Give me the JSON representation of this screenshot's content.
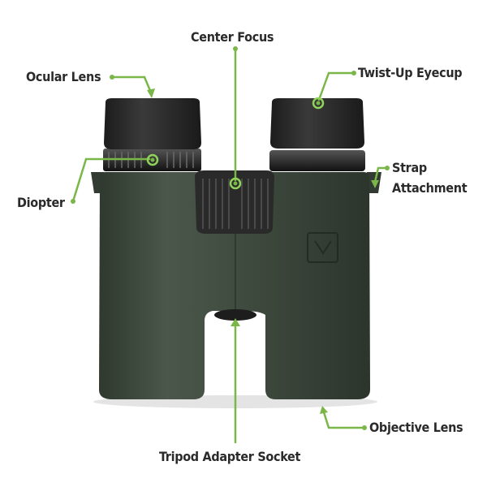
{
  "labels": {
    "center_focus": "Center Focus",
    "ocular_lens": "Ocular Lens",
    "twist_up_eyecup": "Twist-Up Eyecup",
    "diopter": "Diopter",
    "strap_line1": "Strap",
    "strap_line2": "Attachment",
    "objective_lens": "Objective Lens",
    "tripod_adapter_socket": "Tripod Adapter Socket"
  },
  "colors": {
    "accent": "#7ab648",
    "body": "#3f4a3f",
    "rubber": "#2b2b2b",
    "text": "#2a2a2a"
  }
}
